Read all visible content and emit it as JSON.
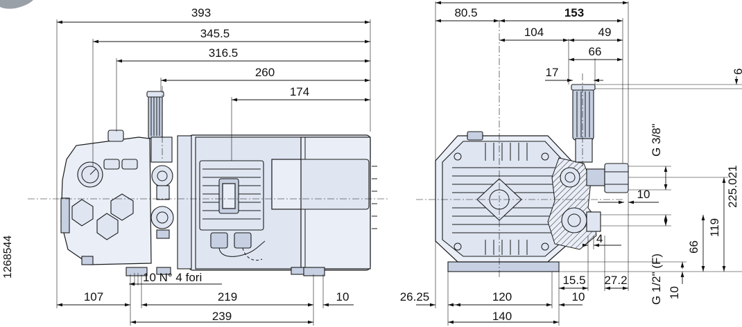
{
  "drawing_code": "1268544",
  "left_view": {
    "dims_top": [
      "393",
      "345.5",
      "316.5",
      "260",
      "174"
    ],
    "dims_bottom": [
      "107",
      "219",
      "239",
      "10"
    ],
    "holes_note": "10 N° 4 fori"
  },
  "right_view": {
    "dims_top": [
      "80.5",
      "153",
      "104",
      "49",
      "66",
      "17"
    ],
    "dims_right": [
      "6",
      "G 3/8\"",
      "225.021",
      "10",
      "119",
      "66",
      "G 1/2\" (F)",
      "10"
    ],
    "dims_small": [
      "4"
    ],
    "dims_bottom": [
      "26.25",
      "120",
      "140",
      "15.5",
      "27.2",
      "10"
    ]
  }
}
